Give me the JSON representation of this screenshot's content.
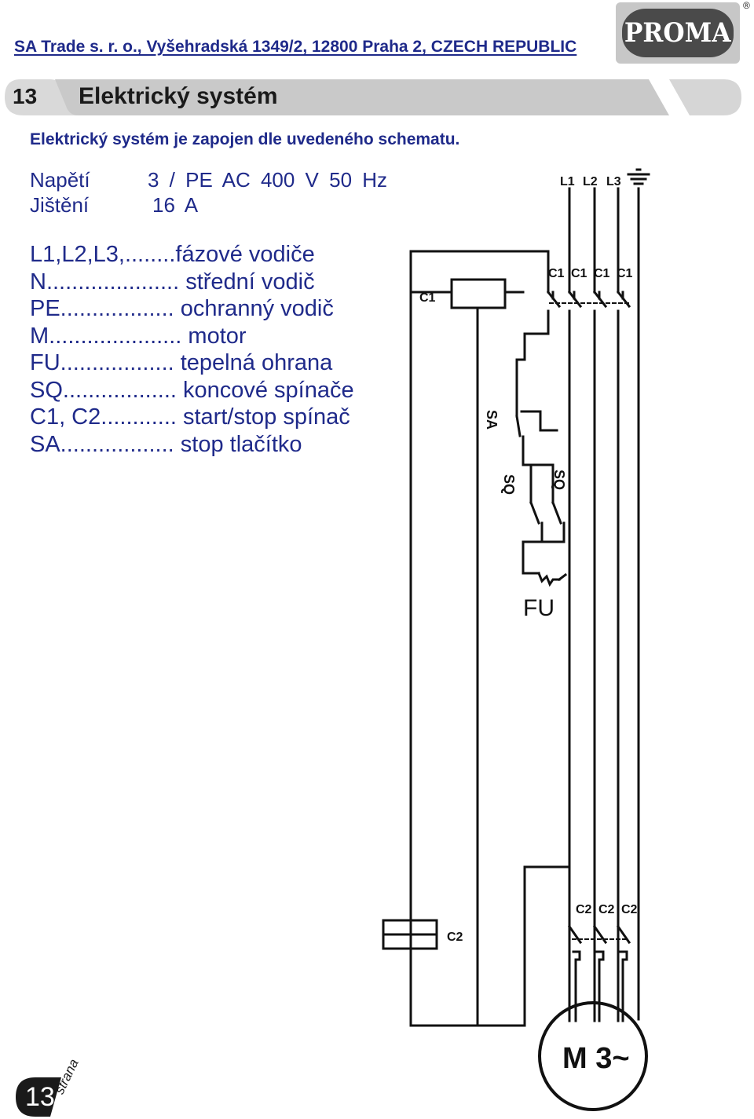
{
  "header": {
    "company_line": "SA Trade s. r. o., Vyšehradská 1349/2, 12800 Praha 2, CZECH REPUBLIC",
    "logo_text": "PROMA",
    "logo_reg": "®"
  },
  "section": {
    "number": "13",
    "title": "Elektrický systém"
  },
  "intro": "Elektrický systém je zapojen dle uvedeného schematu.",
  "specs": [
    {
      "label": "Napětí",
      "value": "3 / PE AC 400 V 50 Hz"
    },
    {
      "label": "Jištění",
      "value": "16 A"
    }
  ],
  "legend": [
    "L1,L2,L3,........fázové  vodiče",
    "N..................... střední vodič",
    "PE.................. ochranný vodič",
    "M..................... motor",
    "FU.................. tepelná ohrana",
    "SQ.................. koncové spínače",
    "C1, C2............ start/stop spínač",
    "SA.................. stop tlačítko"
  ],
  "diagram": {
    "phase_labels": [
      "L1",
      "L2",
      "L3"
    ],
    "c1_contact_labels": [
      "C1",
      "C1",
      "C1",
      "C1"
    ],
    "c1_coil_label": "C1",
    "sa_label": "SA",
    "sq_labels": [
      "SQ",
      "SQ"
    ],
    "fu_label": "FU",
    "c2_contact_labels": [
      "C2",
      "C2",
      "C2"
    ],
    "c2_coil_label": "C2",
    "motor_label": "M 3~"
  },
  "footer": {
    "page_number": "13",
    "page_word": "strana"
  }
}
